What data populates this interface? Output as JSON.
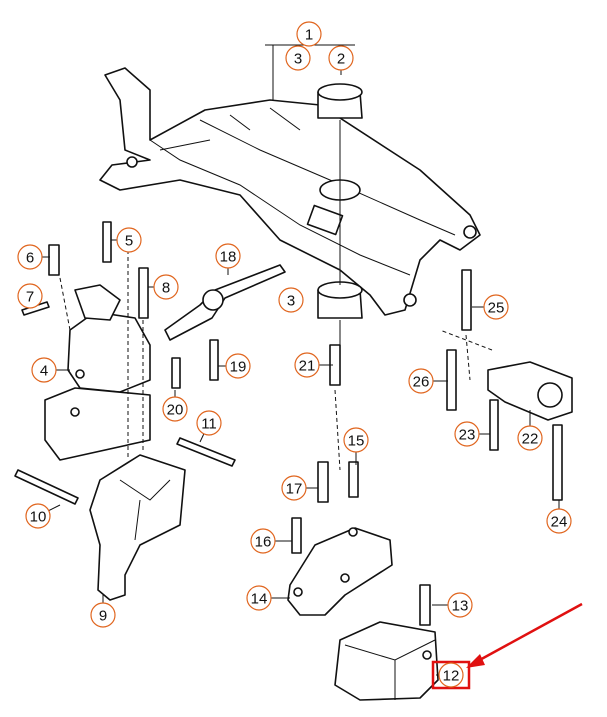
{
  "diagram": {
    "accent_color": "#e0651e",
    "highlight_color": "#e01010",
    "highlighted_part": "12",
    "callouts": [
      {
        "label": "1"
      },
      {
        "label": "2"
      },
      {
        "label": "3"
      },
      {
        "label": "3"
      },
      {
        "label": "4"
      },
      {
        "label": "5"
      },
      {
        "label": "6"
      },
      {
        "label": "7"
      },
      {
        "label": "8"
      },
      {
        "label": "9"
      },
      {
        "label": "10"
      },
      {
        "label": "11"
      },
      {
        "label": "12"
      },
      {
        "label": "13"
      },
      {
        "label": "14"
      },
      {
        "label": "15"
      },
      {
        "label": "16"
      },
      {
        "label": "17"
      },
      {
        "label": "18"
      },
      {
        "label": "19"
      },
      {
        "label": "20"
      },
      {
        "label": "21"
      },
      {
        "label": "22"
      },
      {
        "label": "23"
      },
      {
        "label": "24"
      },
      {
        "label": "25"
      },
      {
        "label": "26"
      }
    ]
  }
}
